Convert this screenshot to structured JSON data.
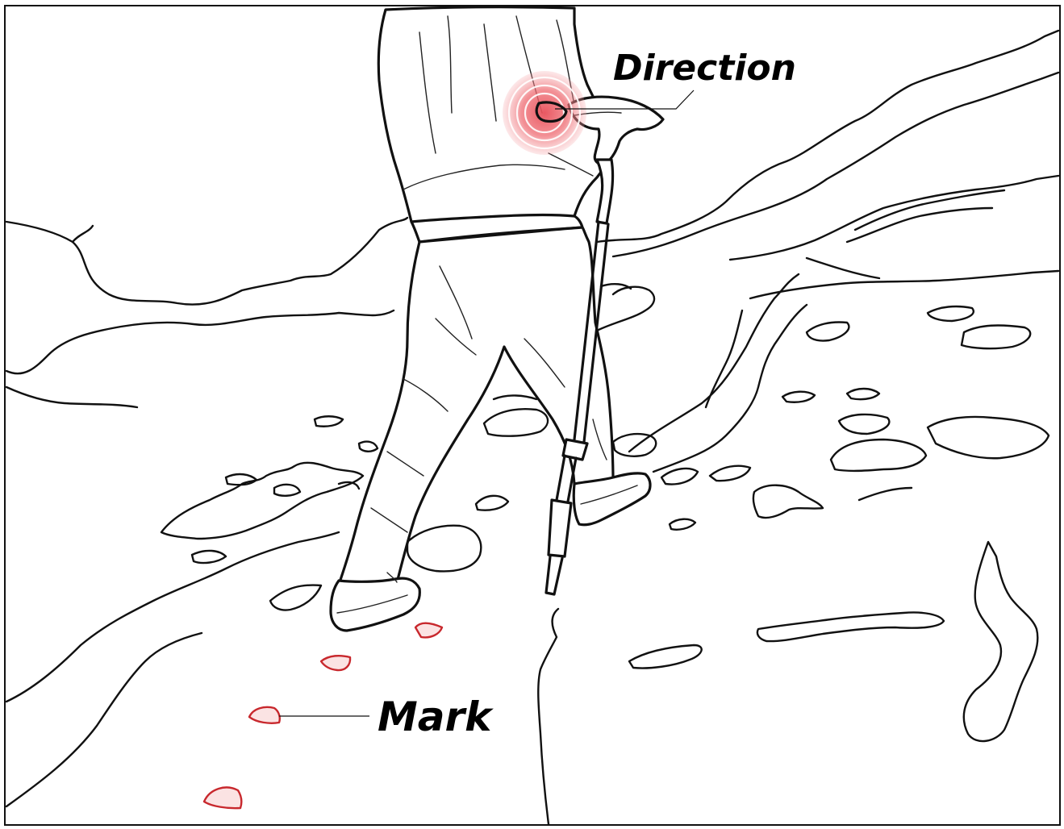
{
  "labels": {
    "direction": "Direction",
    "mark": "Mark"
  },
  "colors": {
    "line": "#111111",
    "mark": "#c8282d",
    "mark_fill": "#fbe3e3",
    "glow": "#e8505a"
  },
  "icons": [
    "hiker-illustration",
    "trekking-pole-icon",
    "direction-target-icon",
    "trail-mark-icon"
  ]
}
